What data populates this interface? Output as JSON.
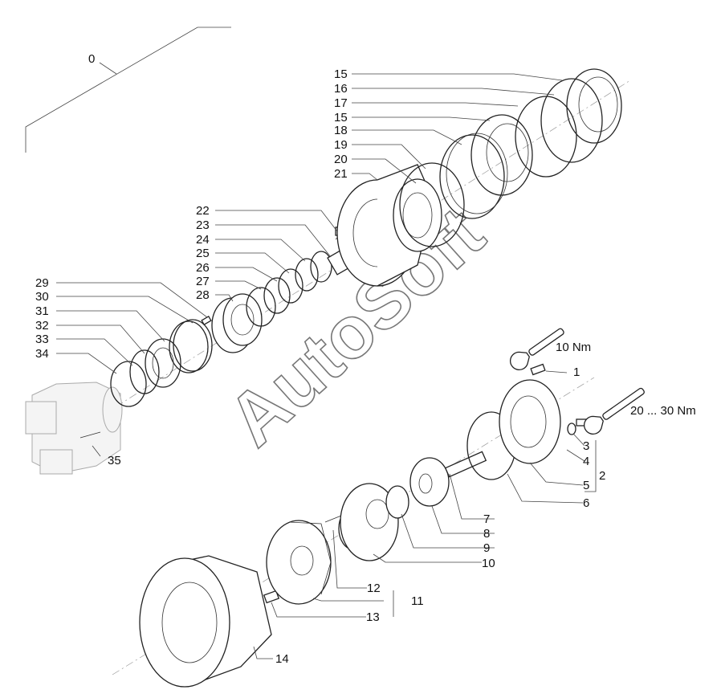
{
  "watermark": "AutoSoft",
  "labels": {
    "l0": "0",
    "l1": "1",
    "l2": "2",
    "l3": "3",
    "l4": "4",
    "l5": "5",
    "l6": "6",
    "l7": "7",
    "l8": "8",
    "l9": "9",
    "l10": "10",
    "l11": "11",
    "l12": "12",
    "l13": "13",
    "l14": "14",
    "l15a": "15",
    "l16": "16",
    "l17": "17",
    "l15b": "15",
    "l18": "18",
    "l19": "19",
    "l20": "20",
    "l21": "21",
    "l22": "22",
    "l23": "23",
    "l24": "24",
    "l25": "25",
    "l26": "26",
    "l27": "27",
    "l28": "28",
    "l29": "29",
    "l30": "30",
    "l31": "31",
    "l32": "32",
    "l33": "33",
    "l34": "34",
    "l35": "35"
  },
  "torques": {
    "t1": "10 Nm",
    "t2": "20 ... 30 Nm"
  },
  "icons": {
    "wrench": "wrench-icon"
  }
}
